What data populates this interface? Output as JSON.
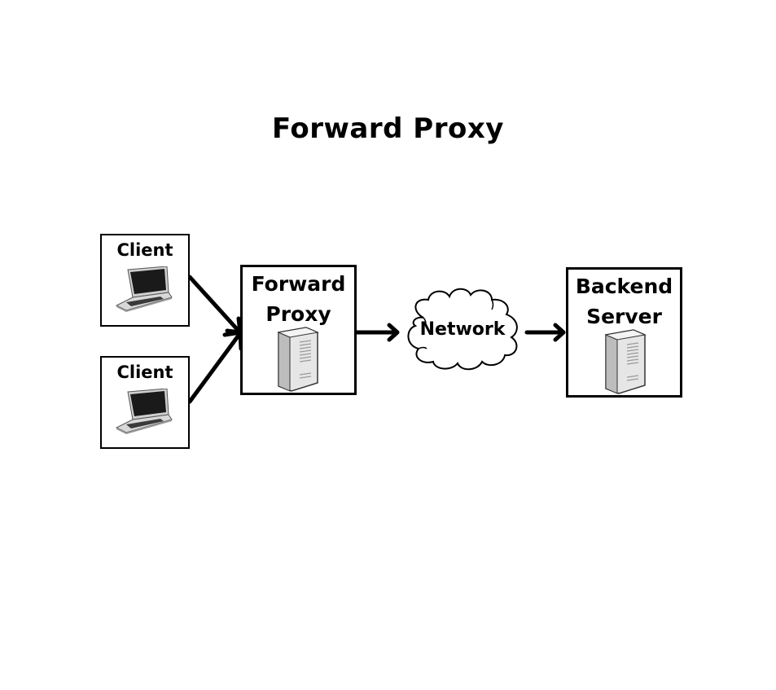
{
  "diagram": {
    "title": "Forward Proxy",
    "clients": [
      {
        "label": "Client",
        "icon": "laptop-icon"
      },
      {
        "label": "Client",
        "icon": "laptop-icon"
      }
    ],
    "proxy": {
      "line1": "Forward",
      "line2": "Proxy",
      "icon": "server-icon"
    },
    "network": {
      "label": "Network",
      "icon": "cloud-icon"
    },
    "backend": {
      "line1": "Backend",
      "line2": "Server",
      "icon": "server-icon"
    },
    "colors": {
      "stroke": "#000000",
      "background": "#ffffff",
      "server_body": "#e6e6e6",
      "laptop_screen": "#1a1a1a"
    }
  }
}
